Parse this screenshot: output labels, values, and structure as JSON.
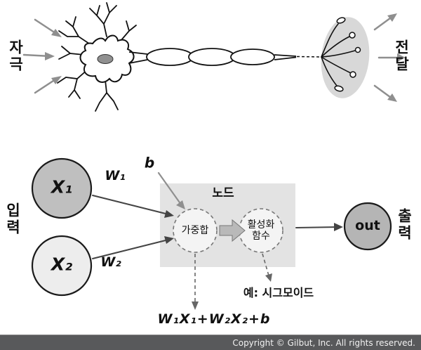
{
  "biological_neuron": {
    "stimulus_label": "자극",
    "transmission_label": "전달"
  },
  "artificial_neuron": {
    "input_label": "입력",
    "output_label": "출력",
    "x1_label": "X₁",
    "x2_label": "X₂",
    "w1_label": "W₁",
    "w2_label": "W₂",
    "bias_label": "b",
    "node_label": "노드",
    "weighted_sum_label": "가중합",
    "activation_label": "활성화\n함수",
    "out_label": "out",
    "example_label": "예: 시그모이드",
    "formula_label": "W₁X₁+W₂X₂+b"
  },
  "footer": {
    "copyright": "Copyright © Gilbut, Inc. All rights reserved."
  },
  "colors": {
    "x1_fill": "#bfbfbf",
    "x2_fill": "#ededed",
    "out_fill": "#b5b5b5",
    "node_box_fill": "#e3e3e3",
    "terminal_fill": "#d8d8d8",
    "arrow_gray": "#8f8f8f",
    "footer_bg": "#58595b"
  }
}
